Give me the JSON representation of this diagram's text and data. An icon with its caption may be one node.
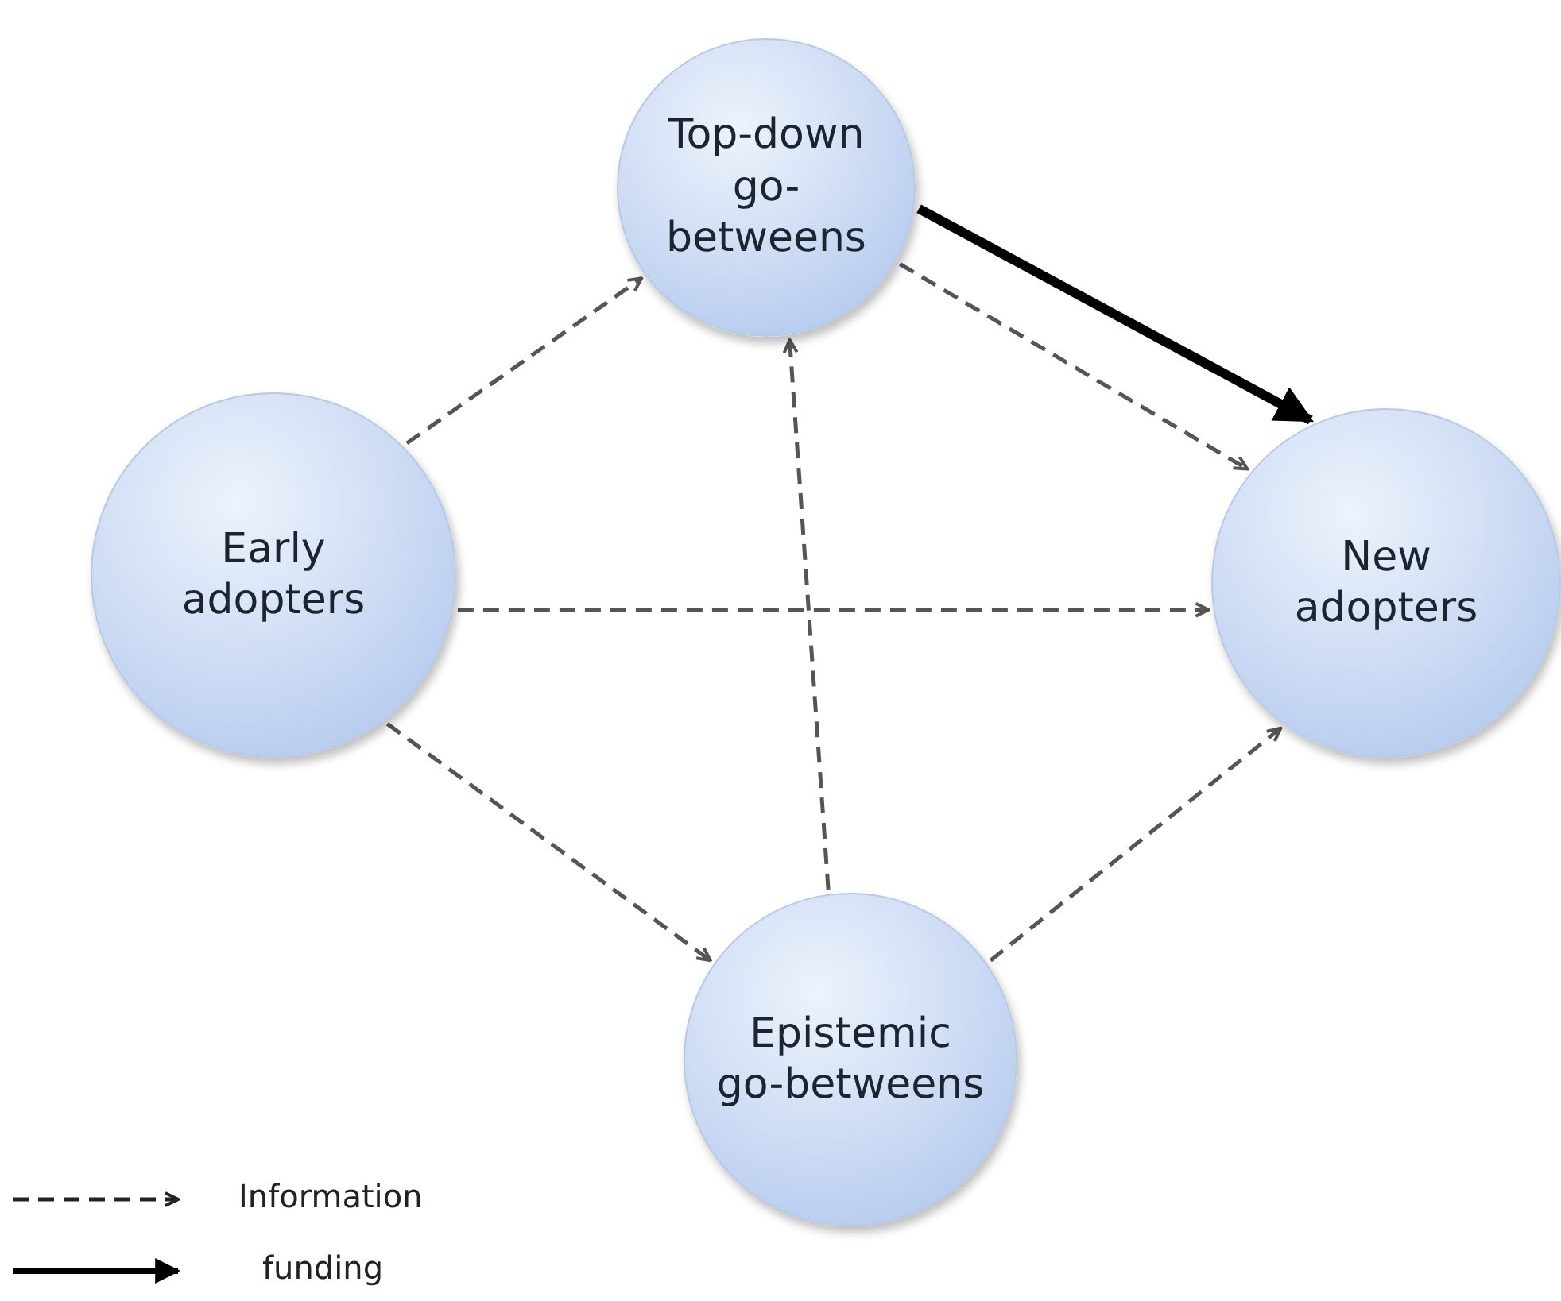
{
  "diagram": {
    "nodes": [
      {
        "text": [
          "Top-down go-betweens"
        ]
      },
      {
        "text": [
          "Early adopters"
        ]
      },
      {
        "text": [
          "New adopters"
        ]
      },
      {
        "text": [
          "Epistemic go-betweens"
        ]
      }
    ],
    "edges": [
      {
        "from": 1,
        "to": 0,
        "arrow": "to",
        "style": "dashed"
      },
      {
        "from": 0,
        "to": 2,
        "arrow": "to",
        "style": "dashed"
      },
      {
        "from": 0,
        "to": 2,
        "arrow": "to",
        "style": "thick",
        "color": "#000000"
      },
      {
        "from": 1,
        "to": 2,
        "arrow": "to",
        "style": "dashed"
      },
      {
        "from": 3,
        "to": 0,
        "arrow": "to",
        "style": "dashed"
      },
      {
        "from": 1,
        "to": 3,
        "arrow": "to",
        "style": "dashed"
      },
      {
        "from": 3,
        "to": 2,
        "arrow": "to",
        "style": "dashed"
      }
    ],
    "legend": [
      {
        "text": "Information"
      },
      {
        "text": "funding"
      }
    ]
  }
}
